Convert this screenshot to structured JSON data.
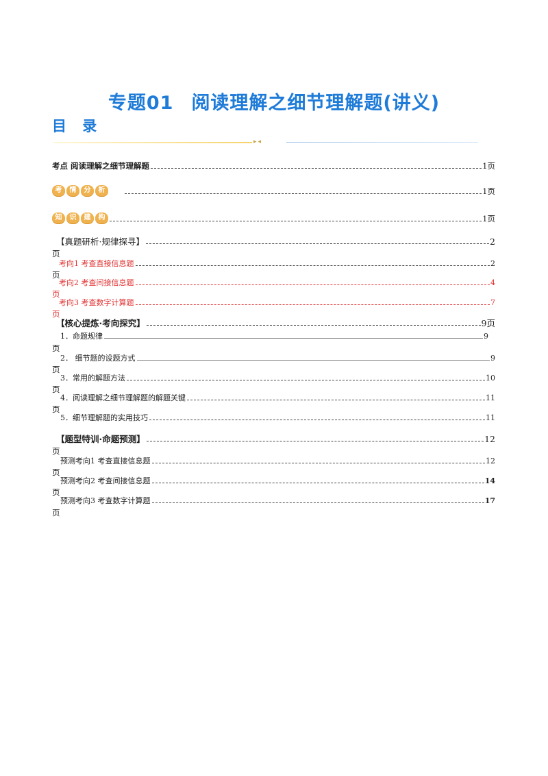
{
  "title": {
    "part1": "专题01",
    "part2": "阅读理解之细节理解题(讲义)"
  },
  "toc_heading": "目 录",
  "badges": {
    "kaoqing": [
      "考",
      "情",
      "分",
      "析"
    ],
    "zhishi": [
      "知",
      "识",
      "建",
      "构"
    ]
  },
  "ye": "页",
  "entries": {
    "kaodian": {
      "label": "考点   阅读理解之细节理解题",
      "page": "1页"
    },
    "kaoqing": {
      "page": "1页"
    },
    "zhishi": {
      "page": "1页"
    },
    "zhenti": {
      "label": "【真题研析·规律探寻】",
      "page": "2"
    },
    "kx1": {
      "label": "考向1  考查直接信息题",
      "page": "2"
    },
    "kx2": {
      "label": "考向2    考查间接信息题",
      "page": "4"
    },
    "kx3": {
      "label": "考向3  考查数字计算题",
      "page": "7"
    },
    "hexin": {
      "label": "【核心提炼·考向探究】",
      "page": "9页"
    },
    "h1": {
      "label": "1．命题规律",
      "page": "9"
    },
    "h2": {
      "label": "2．   细节题的设题方式",
      "page": "9"
    },
    "h3": {
      "label": "3．常用的解题方法",
      "page": "10"
    },
    "h4": {
      "label": "4．阅读理解之细节理解题的解题关键",
      "page": "11"
    },
    "h5": {
      "label": "5．细节理解题的实用技巧",
      "page": "11"
    },
    "tixing": {
      "label": "【题型特训·命题预测】",
      "page": "12"
    },
    "yc1": {
      "label": "预测考向1    考查直接信息题",
      "page": "12"
    },
    "yc2": {
      "label": "预测考向2    考查间接信息题",
      "page": "14"
    },
    "yc3": {
      "label": "预测考向3    考查数字计算题",
      "page": "17"
    }
  },
  "colors": {
    "title_blue": "#1e7bd8",
    "accent_red": "#e03030",
    "badge_orange": "#f0b24e"
  }
}
